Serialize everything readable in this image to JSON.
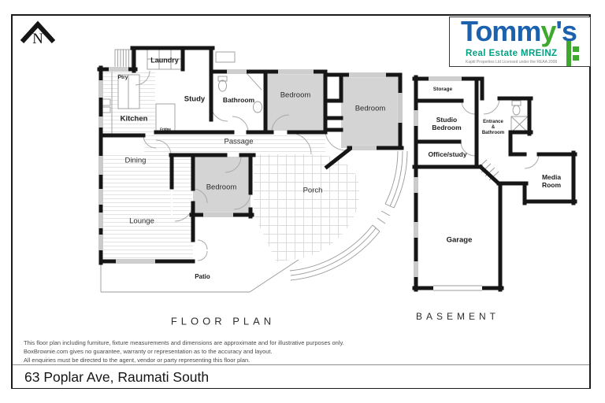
{
  "colors": {
    "wall": "#161616",
    "bedroom_fill": "#d4d4d4",
    "brand_blue": "#1b61ad",
    "brand_green": "#3ea92e",
    "tagline_teal": "#00a183"
  },
  "compass": {
    "label": "N"
  },
  "logo": {
    "brand_prefix": "Tomm",
    "brand_y": "y",
    "brand_suffix": "'s",
    "tagline": "Real Estate MREINZ",
    "licence": "Kapiti Properties Ltd Licensed under the REAA 2008"
  },
  "floor_plan": {
    "title": "FLOOR PLAN",
    "rooms": [
      "Laundry",
      "Ptry",
      "Kitchen",
      "Study",
      "Fridge",
      "Bathroom",
      "Bedroom",
      "Bedroom",
      "Passage",
      "Dining",
      "Bedroom",
      "Porch",
      "Lounge",
      "Patio"
    ]
  },
  "basement_plan": {
    "title": "BASEMENT",
    "rooms": [
      "Storage",
      "Studio Bedroom",
      "Entrance & Bathroom",
      "Office/study",
      "Media Room",
      "Garage"
    ]
  },
  "disclaimer": {
    "line1": "This floor plan including furniture, fixture measurements and dimensions are approximate and for illustrative purposes only.",
    "line2": "BoxBrownie.com gives no guarantee, warranty or representation as to the accuracy and layout.",
    "line3": "All enquiries must be directed to the agent, vendor or party representing this floor plan."
  },
  "address_bar": {
    "address": "63 Poplar Ave, Raumati South"
  }
}
